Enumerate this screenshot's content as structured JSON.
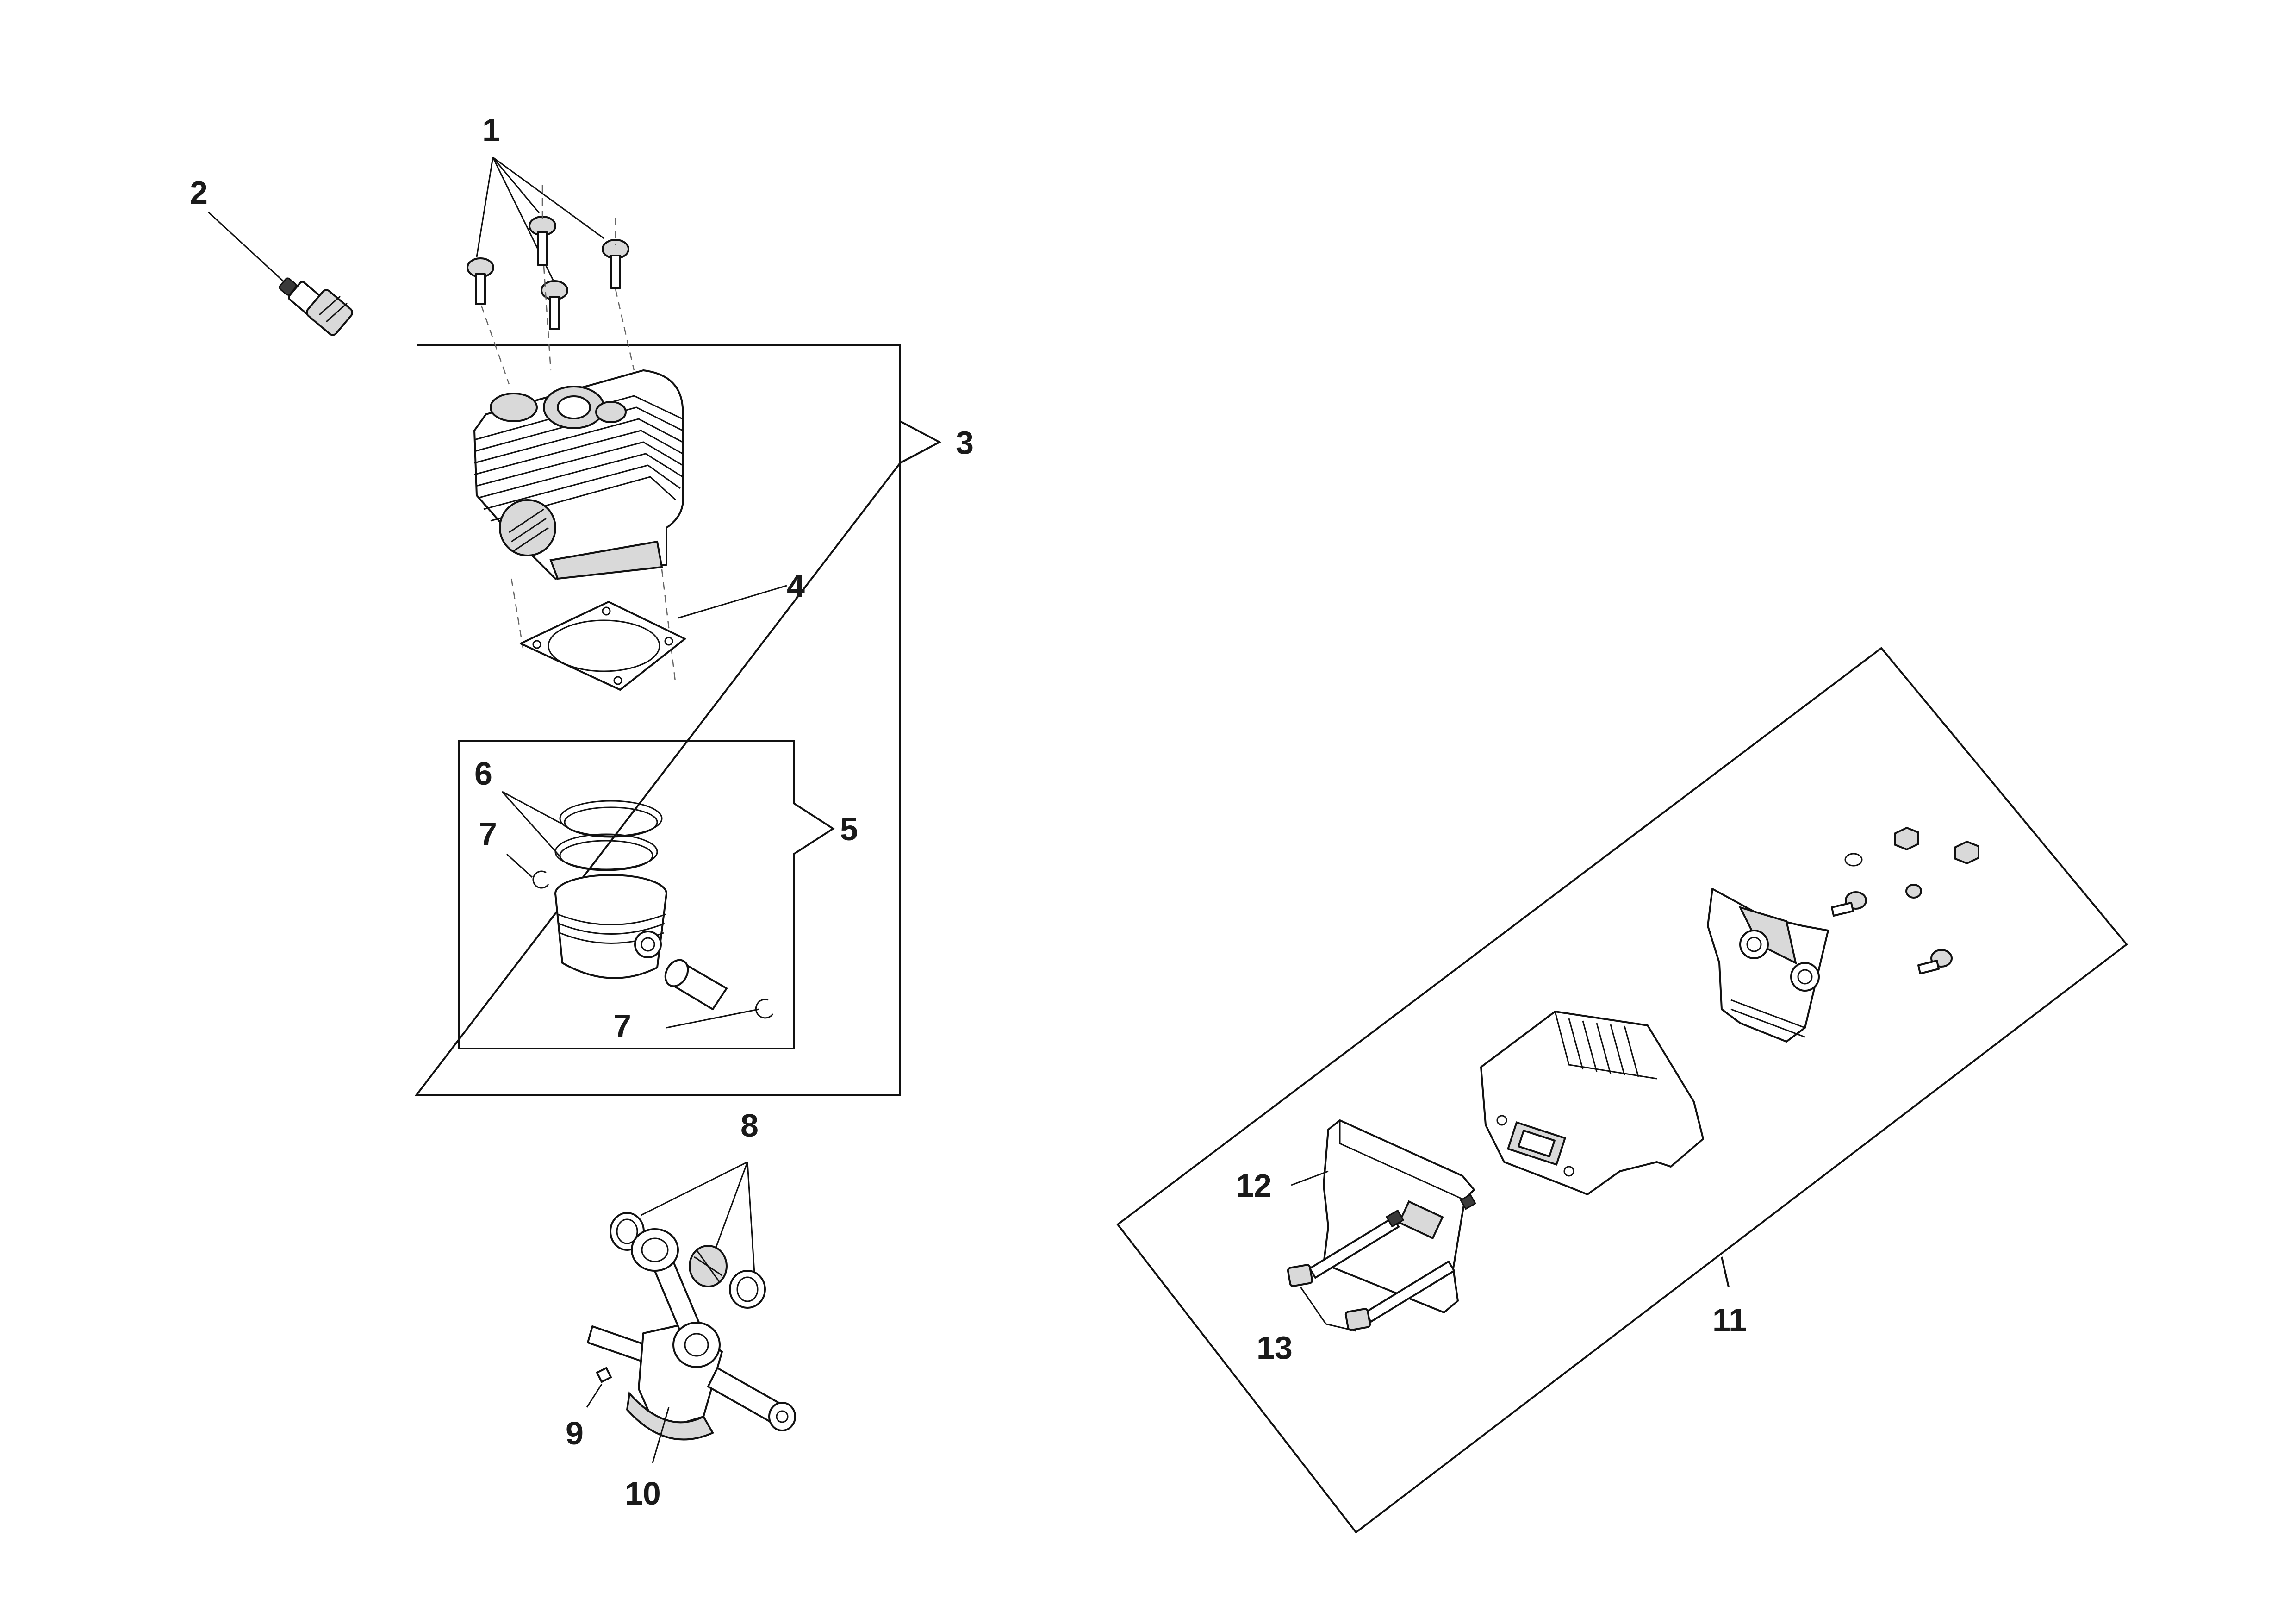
{
  "diagram": {
    "callouts": {
      "c1": "1",
      "c2": "2",
      "c3": "3",
      "c4": "4",
      "c5": "5",
      "c6": "6",
      "c7a": "7",
      "c7b": "7",
      "c8": "8",
      "c9": "9",
      "c10": "10",
      "c11": "11",
      "c12": "12",
      "c13": "13"
    },
    "part_icons": {
      "screws": "cylinder-screw-icon",
      "spark_plug": "spark-plug-icon",
      "cylinder": "cylinder-icon",
      "gasket": "cylinder-gasket-icon",
      "piston_rings": "piston-ring-icon",
      "circlip": "circlip-icon",
      "piston": "piston-icon",
      "piston_pin": "piston-pin-icon",
      "bearings": "bearing-icon",
      "key": "woodruff-key-icon",
      "crankshaft": "crankshaft-icon",
      "muffler": "muffler-icon",
      "muffler_cover": "muffler-cover-icon",
      "muffler_gasket": "muffler-gasket-icon",
      "studs": "stud-bolt-icon",
      "nuts": "nut-icon"
    }
  }
}
